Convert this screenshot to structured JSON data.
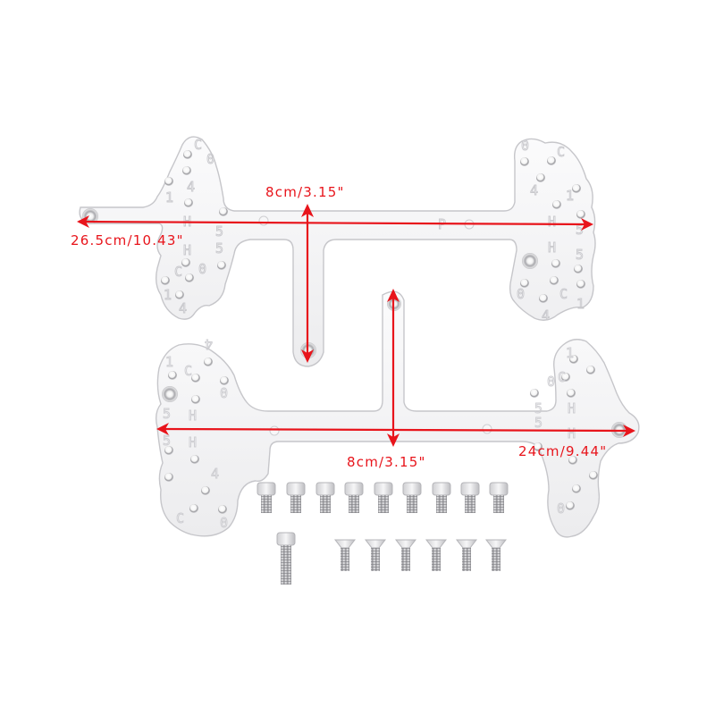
{
  "image": {
    "subject": "Aluminum chassis plates with screw set",
    "background_color": "#ffffff",
    "plate_color": "#f2f2f3",
    "plate_edge_color": "#c9c9cc",
    "annotation_color": "#e8141b"
  },
  "dimensions": {
    "upper_plate_length": "26.5cm/10.43\"",
    "upper_plate_height": "8cm/3.15\"",
    "lower_plate_height": "8cm/3.15\"",
    "lower_plate_length": "24cm/9.44\""
  },
  "plate_engravings": {
    "upper_left": [
      "C",
      "0",
      "4",
      "1",
      "H",
      "5",
      "5",
      "H",
      "0",
      "C",
      "1",
      "4"
    ],
    "upper_middle": [
      "P"
    ],
    "upper_right": [
      "0",
      "C",
      "4",
      "1",
      "H",
      "5",
      "H",
      "5",
      "0",
      "C",
      "4",
      "1"
    ],
    "lower_left": [
      "4",
      "1",
      "C",
      "0",
      "5",
      "H",
      "H",
      "5",
      "4",
      "C",
      "0"
    ],
    "lower_right": [
      "1",
      "0",
      "C",
      "H",
      "5",
      "H",
      "5",
      "0",
      "C"
    ]
  },
  "hardware": {
    "socket_head_screws_count": 10,
    "countersunk_screws_count": 6
  }
}
